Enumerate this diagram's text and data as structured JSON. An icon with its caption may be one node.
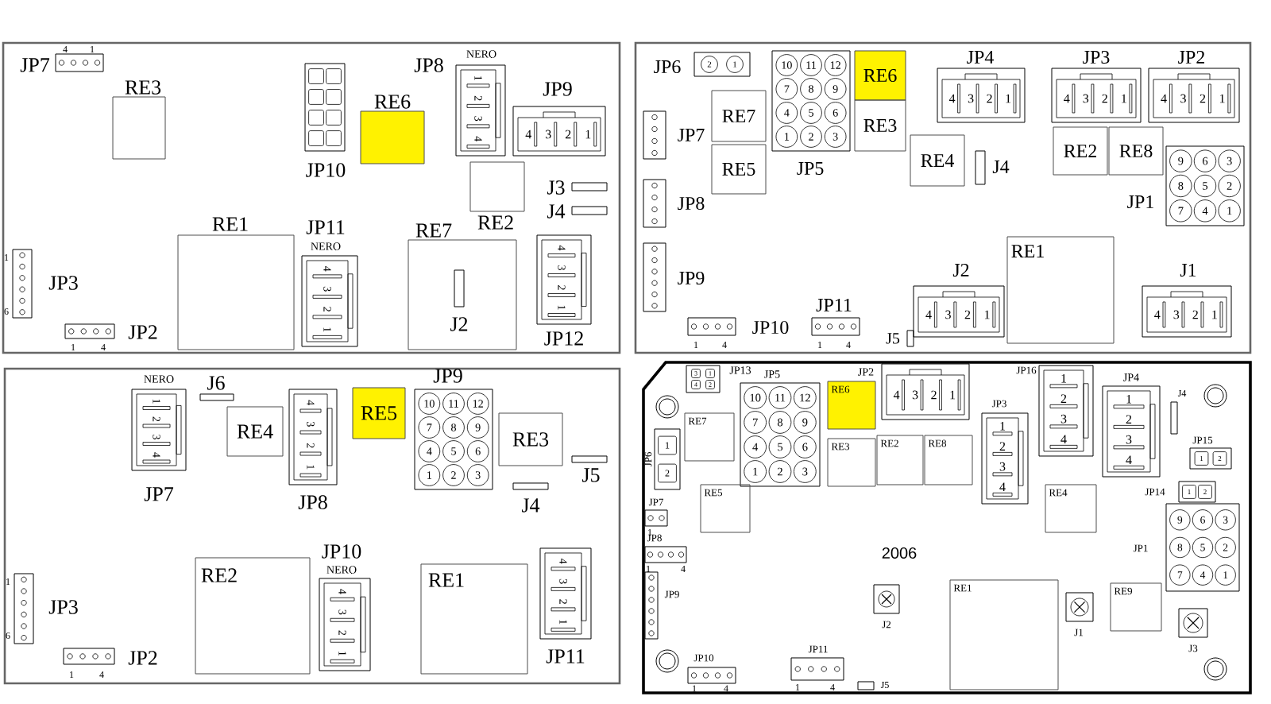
{
  "diagram": {
    "nodes": [
      {
        "text": [],
        "shape": "box"
      },
      {
        "text": [
          "JP7",
          "4",
          "1"
        ],
        "in": 0
      },
      {
        "text": [
          "RE3"
        ],
        "in": 0
      },
      {
        "text": [
          "JP10"
        ],
        "in": 0
      },
      {
        "text": [
          "RE6"
        ],
        "in": 0
      },
      {
        "text": [
          "JP8",
          "NERO",
          "1",
          "2",
          "3",
          "4"
        ],
        "in": 0
      },
      {
        "text": [
          "JP9",
          "4",
          "3",
          "2",
          "1"
        ],
        "in": 0
      },
      {
        "text": [
          "RE2"
        ],
        "in": 0
      },
      {
        "text": [
          "J3"
        ],
        "in": 0
      },
      {
        "text": [
          "J4"
        ],
        "in": 0
      },
      {
        "text": [
          "RE1"
        ],
        "in": 0
      },
      {
        "text": [
          "JP11",
          "NERO",
          "4",
          "3",
          "2",
          "1"
        ],
        "in": 0
      },
      {
        "text": [
          "RE7"
        ],
        "in": 0
      },
      {
        "text": [
          "J2"
        ],
        "in": 12
      },
      {
        "text": [
          "JP12",
          "4",
          "3",
          "2",
          "1"
        ],
        "in": 0
      },
      {
        "text": [
          "JP3",
          "1",
          "6"
        ],
        "in": 0
      },
      {
        "text": [
          "JP2",
          "1",
          "4"
        ],
        "in": 0
      },
      {
        "text": [],
        "shape": "box"
      },
      {
        "text": [
          "JP6",
          "2",
          "1"
        ],
        "in": 17
      },
      {
        "text": [
          "JP5",
          "10",
          "11",
          "12",
          "7",
          "8",
          "9",
          "4",
          "5",
          "6",
          "1",
          "2",
          "3"
        ],
        "in": 17
      },
      {
        "text": [
          "RE6"
        ],
        "in": 17
      },
      {
        "text": [
          "RE3"
        ],
        "in": 17
      },
      {
        "text": [
          "JP4",
          "4",
          "3",
          "2",
          "1"
        ],
        "in": 17
      },
      {
        "text": [
          "JP3",
          "4",
          "3",
          "2",
          "1"
        ],
        "in": 17
      },
      {
        "text": [
          "JP2",
          "4",
          "3",
          "2",
          "1"
        ],
        "in": 17
      },
      {
        "text": [
          "RE7"
        ],
        "in": 17
      },
      {
        "text": [
          "RE5"
        ],
        "in": 17
      },
      {
        "text": [
          "JP7"
        ],
        "in": 17
      },
      {
        "text": [
          "JP8"
        ],
        "in": 17
      },
      {
        "text": [
          "JP9"
        ],
        "in": 17
      },
      {
        "text": [
          "RE4"
        ],
        "in": 17
      },
      {
        "text": [
          "J4"
        ],
        "in": 17
      },
      {
        "text": [
          "RE2"
        ],
        "in": 17
      },
      {
        "text": [
          "RE8"
        ],
        "in": 17
      },
      {
        "text": [
          "JP1",
          "9",
          "6",
          "3",
          "8",
          "5",
          "2",
          "7",
          "4",
          "1"
        ],
        "in": 17
      },
      {
        "text": [
          "RE1"
        ],
        "in": 17
      },
      {
        "text": [
          "J2",
          "4",
          "3",
          "2",
          "1"
        ],
        "in": 17
      },
      {
        "text": [
          "J1",
          "4",
          "3",
          "2",
          "1"
        ],
        "in": 17
      },
      {
        "text": [
          "JP10",
          "1",
          "4"
        ],
        "in": 17
      },
      {
        "text": [
          "JP11",
          "1",
          "4"
        ],
        "in": 17
      },
      {
        "text": [
          "J5"
        ],
        "in": 17
      },
      {
        "text": [],
        "shape": "box"
      },
      {
        "text": [
          "NERO",
          "JP7",
          "1",
          "2",
          "3",
          "4"
        ],
        "in": 41
      },
      {
        "text": [
          "J6"
        ],
        "in": 41
      },
      {
        "text": [
          "RE4"
        ],
        "in": 41
      },
      {
        "text": [
          "JP8",
          "4",
          "3",
          "2",
          "1"
        ],
        "in": 41
      },
      {
        "text": [
          "RE5"
        ],
        "in": 41
      },
      {
        "text": [
          "JP9",
          "10",
          "11",
          "12",
          "7",
          "8",
          "9",
          "4",
          "5",
          "6",
          "1",
          "2",
          "3"
        ],
        "in": 41
      },
      {
        "text": [
          "RE3"
        ],
        "in": 41
      },
      {
        "text": [
          "J5"
        ],
        "in": 41
      },
      {
        "text": [
          "J4"
        ],
        "in": 41
      },
      {
        "text": [
          "RE2"
        ],
        "in": 41
      },
      {
        "text": [
          "JP10",
          "NERO",
          "4",
          "3",
          "2",
          "1"
        ],
        "in": 41
      },
      {
        "text": [
          "RE1"
        ],
        "in": 41
      },
      {
        "text": [
          "JP11",
          "4",
          "3",
          "2",
          "1"
        ],
        "in": 41
      },
      {
        "text": [
          "JP3",
          "1",
          "6"
        ],
        "in": 41
      },
      {
        "text": [
          "JP2",
          "1",
          "4"
        ],
        "in": 41
      },
      {
        "text": [],
        "shape": "box"
      },
      {
        "text": [
          "3",
          "1",
          "JP13",
          "4",
          "2"
        ],
        "in": 57
      },
      {
        "text": [
          "JP5",
          "10",
          "11",
          "12",
          "7",
          "8",
          "9",
          "4",
          "5",
          "6",
          "1",
          "2",
          "3"
        ],
        "in": 57
      },
      {
        "text": [
          "RE6"
        ],
        "in": 57
      },
      {
        "text": [
          "JP2",
          "4",
          "3",
          "2",
          "1"
        ],
        "in": 57
      },
      {
        "text": [
          "RE3"
        ],
        "in": 57
      },
      {
        "text": [
          "RE2"
        ],
        "in": 57
      },
      {
        "text": [
          "RE8"
        ],
        "in": 57
      },
      {
        "text": [
          "RE7"
        ],
        "in": 57
      },
      {
        "text": [
          "JP6",
          "1",
          "2"
        ],
        "in": 57
      },
      {
        "text": [
          "JP16",
          "1",
          "2",
          "3",
          "4"
        ],
        "in": 57
      },
      {
        "text": [
          "JP4",
          "1",
          "2",
          "3",
          "4"
        ],
        "in": 57
      },
      {
        "text": [
          "J4"
        ],
        "in": 57
      },
      {
        "text": [
          "JP3",
          "1",
          "2",
          "3",
          "4"
        ],
        "in": 57
      },
      {
        "text": [
          "JP15",
          "1",
          "2"
        ],
        "in": 57
      },
      {
        "text": [
          "JP14",
          "1",
          "2"
        ],
        "in": 57
      },
      {
        "text": [
          "JP1",
          "9",
          "6",
          "3",
          "8",
          "5",
          "2",
          "7",
          "4",
          "1"
        ],
        "in": 57
      },
      {
        "text": [
          "RE5"
        ],
        "in": 57
      },
      {
        "text": [
          "RE4"
        ],
        "in": 57
      },
      {
        "text": [
          "JP7",
          "1"
        ],
        "in": 57
      },
      {
        "text": [
          "JP8",
          "1",
          "4"
        ],
        "in": 57
      },
      {
        "text": [
          "JP9"
        ],
        "in": 57
      },
      {
        "text": [
          "RE1"
        ],
        "in": 57
      },
      {
        "text": [
          "J2"
        ],
        "in": 57
      },
      {
        "text": [
          "J1"
        ],
        "in": 57
      },
      {
        "text": [
          "RE9"
        ],
        "in": 57
      },
      {
        "text": [
          "J3"
        ],
        "in": 57
      },
      {
        "text": [
          "JP10",
          "1",
          "4"
        ],
        "in": 57
      },
      {
        "text": [
          "JP11",
          "1",
          "4"
        ],
        "in": 57
      },
      {
        "text": [
          "J5"
        ],
        "in": 57
      }
    ],
    "labels": [
      "2006"
    ]
  }
}
